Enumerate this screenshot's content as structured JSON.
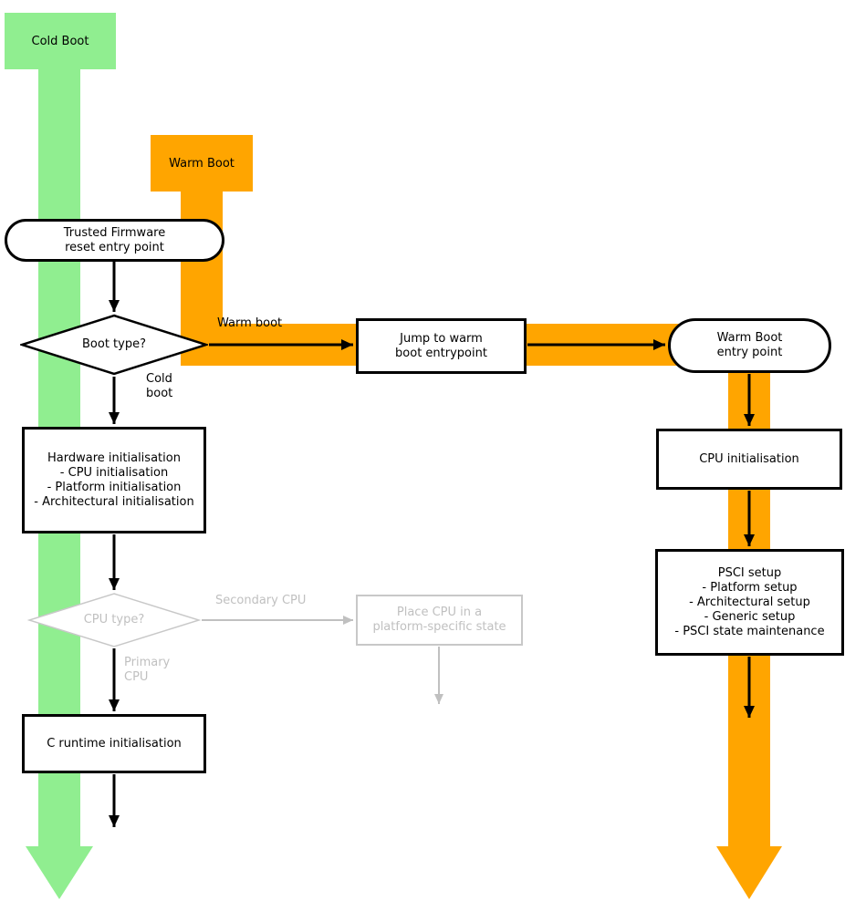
{
  "diagram": {
    "bands": {
      "cold": {
        "label": "Cold Boot",
        "color": "#90ee90"
      },
      "warm": {
        "label": "Warm Boot",
        "color": "#ffa500"
      }
    },
    "nodes": {
      "reset_entry": "Trusted Firmware\nreset entry point",
      "boot_type": "Boot type?",
      "jump_warm": "Jump to warm\nboot entrypoint",
      "warm_entry": "Warm Boot\nentry point",
      "hw_init": "Hardware initialisation\n- CPU initialisation\n- Platform initialisation\n- Architectural initialisation",
      "cpu_init": "CPU initialisation",
      "psci_setup": "PSCI setup\n- Platform setup\n- Architectural setup\n- Generic setup\n- PSCI state maintenance",
      "cpu_type": "CPU type?",
      "place_cpu": "Place CPU in a\nplatform-specific state",
      "c_runtime": "C runtime initialisation"
    },
    "edge_labels": {
      "warm_boot": "Warm boot",
      "cold_boot": "Cold\nboot",
      "secondary_cpu": "Secondary CPU",
      "primary_cpu": "Primary\nCPU"
    },
    "colors": {
      "cold_green": "#90ee90",
      "warm_orange": "#ffa500",
      "inactive_grey": "#c0c0c0",
      "line_black": "#000000"
    }
  }
}
